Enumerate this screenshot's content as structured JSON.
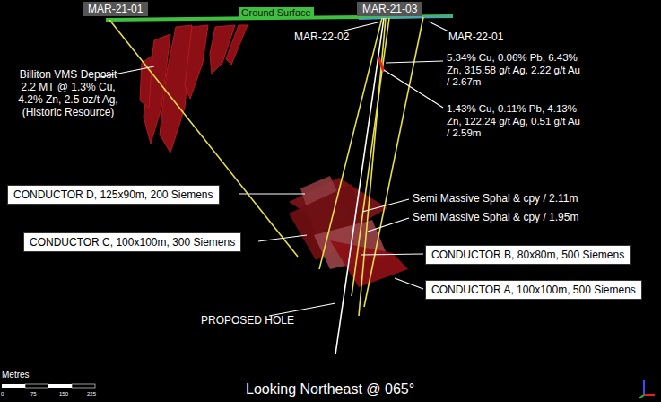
{
  "diagram": {
    "title": "Looking Northeast @ 065°",
    "nodes": [
      {
        "text": [
          "MAR-21-01"
        ]
      },
      {
        "text": [
          "MAR-21-03"
        ]
      },
      {
        "text": [
          "CONDUCTOR D, 125x90m, 200 Siemens"
        ]
      },
      {
        "text": [
          "CONDUCTOR C, 100x100m, 300 Siemens"
        ]
      },
      {
        "text": [
          "CONDUCTOR B, 80x80m, 500 Siemens"
        ]
      },
      {
        "text": [
          "CONDUCTOR A, 100x100m, 500 Siemens"
        ]
      }
    ],
    "labels": [
      "Ground Surface",
      "MAR-22-02",
      "MAR-22-01",
      "Billiton VMS Deposit 2.2 MT @ 1.3% Cu, 4.2% Zn, 2.5 oz/t Ag, (Historic Resource)",
      "5.34% Cu, 0.06% Pb, 6.43% Zn, 315.58 g/t Ag, 2.22 g/t Au / 2.67m",
      "1.43% Cu, 0.11% Pb, 4.13% Zn, 122.24 g/t Ag, 0.51 g/t Au / 2.59m",
      "Semi Massive Sphal & cpy / 2.11m",
      "Semi Massive Sphal & cpy / 1.95m",
      "PROPOSED HOLE",
      "Metres",
      "0",
      "75",
      "150",
      "225"
    ]
  }
}
